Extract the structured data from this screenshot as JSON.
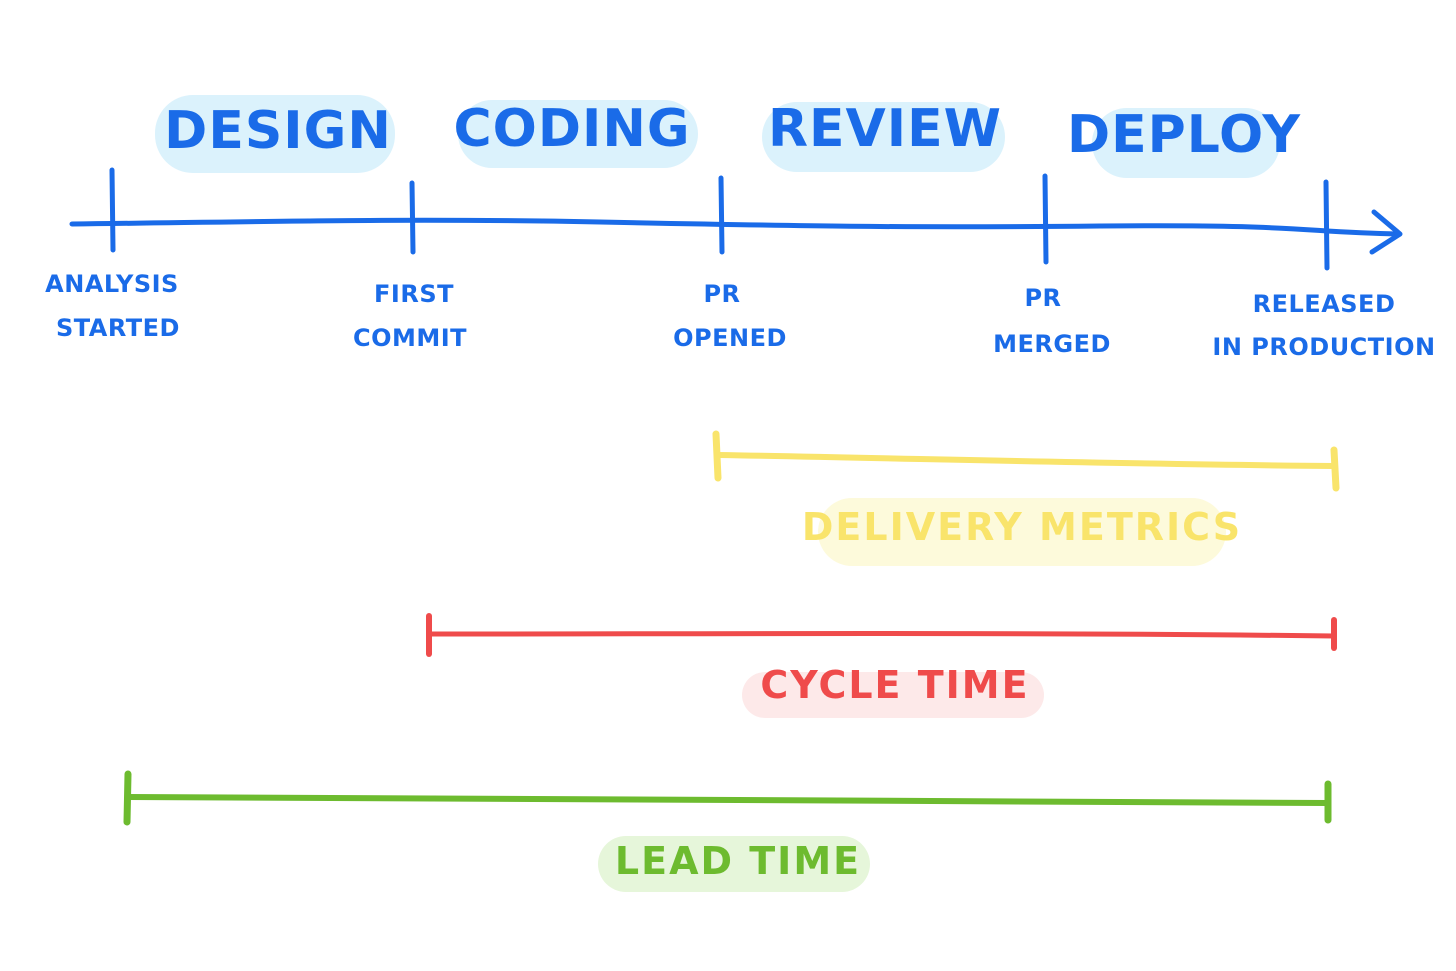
{
  "colors": {
    "timeline": "#1a6be8",
    "phase_highlight": "#dbf2fc",
    "delivery": "#f9e46b",
    "delivery_highlight": "#fdfadb",
    "cycle": "#ef4b4b",
    "cycle_highlight": "#fde9e9",
    "lead": "#6dbb2f",
    "lead_highlight": "#e6f6da"
  },
  "phases": [
    {
      "label": "DESIGN"
    },
    {
      "label": "CODING"
    },
    {
      "label": "REVIEW"
    },
    {
      "label": "DEPLOY"
    }
  ],
  "milestones": [
    {
      "line1": "ANALYSIS",
      "line2": "STARTED"
    },
    {
      "line1": "FIRST",
      "line2": "COMMIT"
    },
    {
      "line1": "PR",
      "line2": "OPENED"
    },
    {
      "line1": "PR",
      "line2": "MERGED"
    },
    {
      "line1": "RELEASED",
      "line2": "IN PRODUCTION"
    }
  ],
  "metrics": [
    {
      "label": "DELIVERY METRICS",
      "from_milestone": "PR OPENED",
      "to_milestone": "RELEASED IN PRODUCTION"
    },
    {
      "label": "CYCLE TIME",
      "from_milestone": "FIRST COMMIT",
      "to_milestone": "RELEASED IN PRODUCTION"
    },
    {
      "label": "LEAD TIME",
      "from_milestone": "ANALYSIS STARTED",
      "to_milestone": "RELEASED IN PRODUCTION"
    }
  ]
}
